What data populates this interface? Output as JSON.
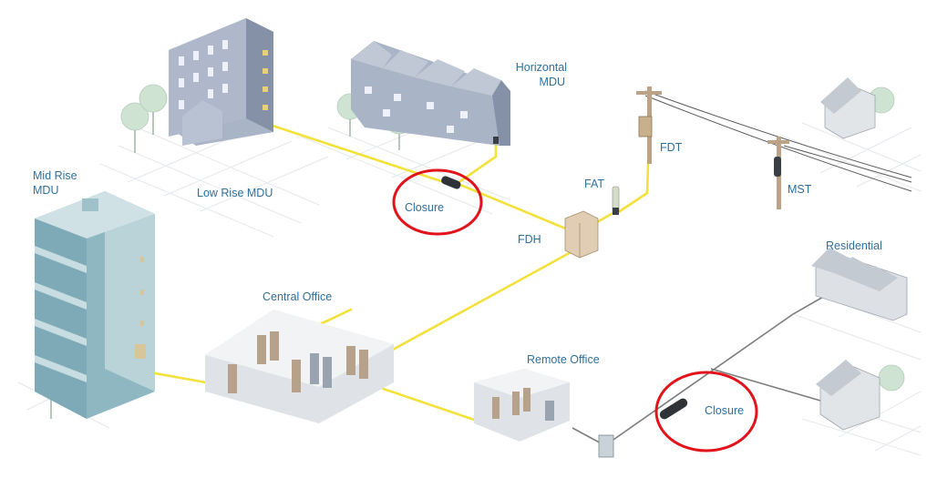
{
  "labels": {
    "horizontal_mdu_line1": "Horizontal",
    "horizontal_mdu_line2": "MDU",
    "low_rise_mdu": "Low Rise MDU",
    "mid_rise_line1": "Mid Rise",
    "mid_rise_line2": "MDU",
    "closure_top": "Closure",
    "fat": "FAT",
    "fdt": "FDT",
    "mst": "MST",
    "fdh": "FDH",
    "residential": "Residential",
    "central_office": "Central Office",
    "remote_office": "Remote Office",
    "closure_bottom": "Closure"
  },
  "colors": {
    "label_text": "#2f6f9c",
    "fiber_line": "#f3e13a",
    "closure_circle": "#e2141b",
    "building_face": "#a9b4c6",
    "building_side": "#8591a7",
    "tower_glass": "#7ea9b6",
    "tree": "#cfe3d3"
  }
}
